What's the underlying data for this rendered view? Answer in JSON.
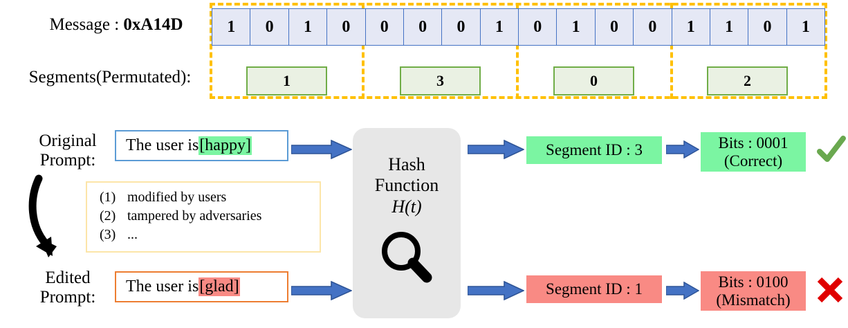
{
  "top_section": {
    "message_label_prefix": "Message : ",
    "message_hex": "0xA14D",
    "segments_label": "Segments(Permutated):",
    "bits": [
      "1",
      "0",
      "1",
      "0",
      "0",
      "0",
      "0",
      "1",
      "0",
      "1",
      "0",
      "0",
      "1",
      "1",
      "0",
      "1"
    ],
    "segment_ids": [
      "1",
      "3",
      "0",
      "2"
    ],
    "dashed_border_color": "#FFC000",
    "bit_cell_fill": "#E5E8F5",
    "bit_cell_border": "#4472C4",
    "segment_chip_fill": "#EAF1E3",
    "segment_chip_border": "#70AD47"
  },
  "flow": {
    "original": {
      "row_label_line1": "Original",
      "row_label_line2": "Prompt:",
      "prompt_prefix": "The user is ",
      "prompt_highlight": "[happy]",
      "prompt_border_color": "#5B9BD5",
      "highlight_color": "#7BF5A2",
      "segment_result": "Segment ID : 3",
      "bits_result_line1": "Bits : 0001",
      "bits_result_line2": "(Correct)",
      "result_color": "#7BF5A2",
      "verdict_icon": "check-icon",
      "verdict_color": "#6AA84F"
    },
    "edited": {
      "row_label_line1": "Edited",
      "row_label_line2": "Prompt:",
      "prompt_prefix": "The user is ",
      "prompt_highlight": "[glad]",
      "prompt_border_color": "#ED7D31",
      "highlight_color": "#F98A84",
      "segment_result": "Segment ID : 1",
      "bits_result_line1": "Bits : 0100",
      "bits_result_line2": "(Mismatch)",
      "result_color": "#F98A84",
      "verdict_icon": "cross-icon",
      "verdict_color": "#E00000"
    },
    "hash_block": {
      "title_line1": "Hash",
      "title_line2": "Function",
      "formula": "H(t)",
      "icon": "magnifier-icon",
      "fill": "#E7E7E7"
    },
    "notes": {
      "border_color": "#FCE5A8",
      "items": [
        {
          "num": "(1)",
          "text": "modified by users"
        },
        {
          "num": "(2)",
          "text": "tampered by adversaries"
        },
        {
          "num": "(3)",
          "text": "..."
        }
      ]
    },
    "arrow_color": "#4472C4",
    "arrow_edge_color": "#2E5496"
  }
}
